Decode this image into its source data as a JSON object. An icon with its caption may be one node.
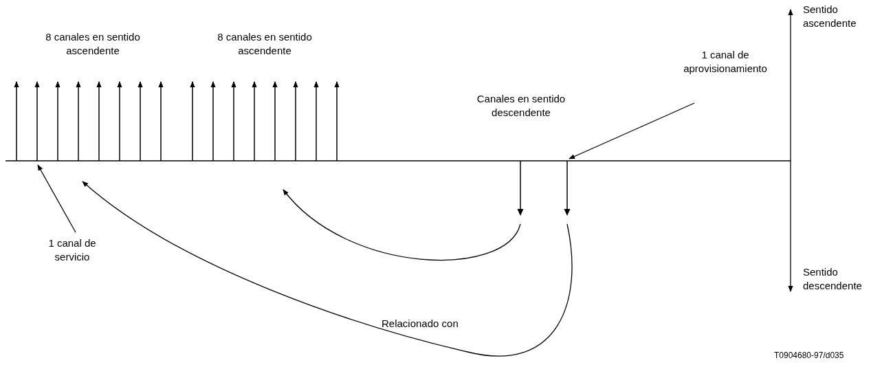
{
  "diagram": {
    "nodes": [
      {
        "text": [
          "8 canales en sentido ascendente"
        ]
      },
      {
        "text": [
          "8 canales en sentido ascendente"
        ]
      },
      {
        "text": [
          "1 canal de aprovisionamiento"
        ]
      },
      {
        "text": [
          "Canales en sentido descendente"
        ]
      },
      {
        "text": [
          "Sentido ascendente"
        ]
      },
      {
        "text": [
          "Sentido descendente"
        ]
      },
      {
        "text": [
          "1 canal de servicio"
        ]
      },
      {
        "text": [],
        "shape": "arrow"
      },
      {
        "text": [],
        "shape": "arrow"
      }
    ],
    "edges": [
      {
        "from": 6,
        "to": null,
        "arrow": "to"
      },
      {
        "from": 2,
        "to": 8,
        "arrow": "to"
      },
      {
        "from": 7,
        "to": null,
        "arrow": "to"
      },
      {
        "from": 8,
        "to": null,
        "arrow": "to"
      },
      {
        "from": 4,
        "to": 5,
        "arrow": "both"
      }
    ],
    "labels": [
      "Relacionado con",
      "T0904680-97/d035"
    ]
  }
}
